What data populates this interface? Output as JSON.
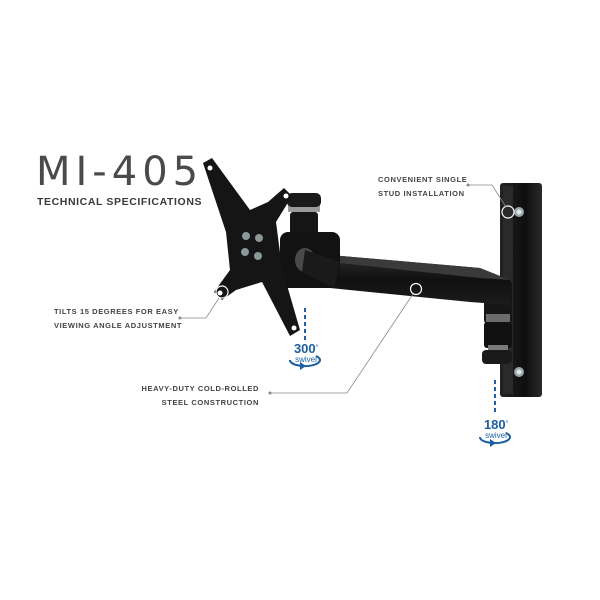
{
  "header": {
    "model": "MI-405",
    "subtitle": "TECHNICAL SPECIFICATIONS"
  },
  "callouts": {
    "stud": {
      "line1": "CONVENIENT SINGLE",
      "line2": "STUD INSTALLATION"
    },
    "tilt": {
      "line1": "TILTS 15 DEGREES FOR EASY",
      "line2": "VIEWING ANGLE ADJUSTMENT"
    },
    "steel": {
      "line1": "HEAVY-DUTY COLD-ROLLED",
      "line2": "STEEL CONSTRUCTION"
    }
  },
  "swivels": {
    "head": {
      "degrees": "300",
      "label": "swivel"
    },
    "wall": {
      "degrees": "180",
      "label": "swivel"
    }
  },
  "colors": {
    "accent_blue": "#1d5fa0",
    "mount_black": "#141414",
    "text_gray": "#4a4a4a",
    "callout_line": "#8a8a8a"
  }
}
